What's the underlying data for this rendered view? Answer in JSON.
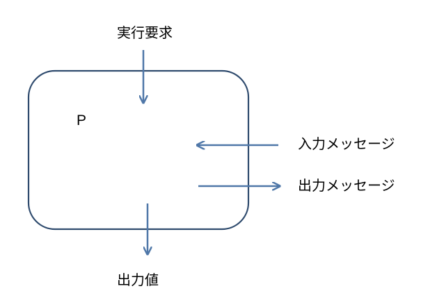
{
  "labels": {
    "execution_request": "実行要求",
    "process": "P",
    "input_message": "入力メッセージ",
    "output_message": "出力メッセージ",
    "output_value": "出力値"
  },
  "colors": {
    "box_stroke": "#2e4a6d",
    "arrow": "#4f77a8",
    "text": "#000000",
    "background": "#ffffff"
  }
}
